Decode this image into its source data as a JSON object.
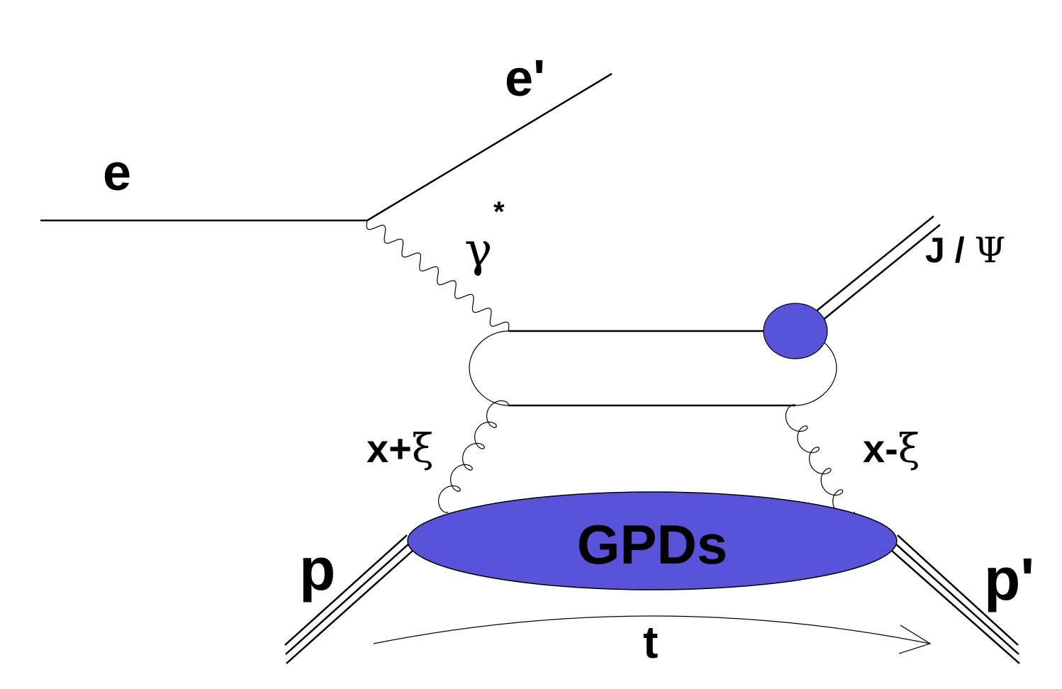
{
  "labels": {
    "electron_in": "e",
    "electron_out": "e'",
    "photon": "γ",
    "photon_star": "*",
    "meson_prefix": "J / ",
    "meson_psi": "Ψ",
    "gluon_left_prefix": "x+",
    "gluon_right_prefix": "x-",
    "xi": "ξ",
    "gpd": "GPDs",
    "proton_in": "p",
    "proton_out": "p'",
    "momentum_transfer": "t"
  },
  "colors": {
    "blob_fill": "#5853d8",
    "line": "#000000",
    "background": "#ffffff"
  }
}
